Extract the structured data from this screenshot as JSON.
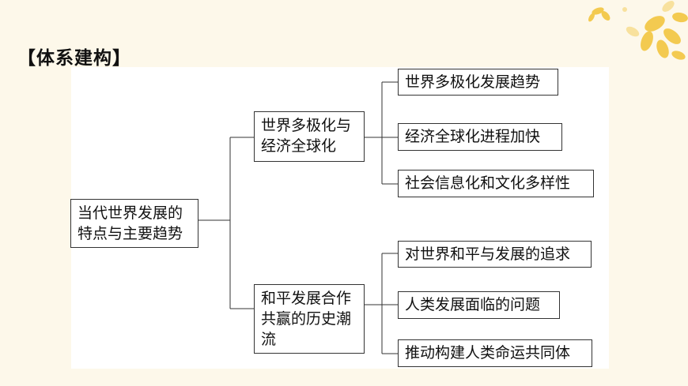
{
  "heading": "【体系建构】",
  "root": {
    "line1": "当代世界发展的",
    "line2": "特点与主要趋势"
  },
  "branch1": {
    "line1": "世界多极化与",
    "line2": "经济全球化",
    "leaves": [
      "世界多极化发展趋势",
      "经济全球化进程加快",
      "社会信息化和文化多样性"
    ]
  },
  "branch2": {
    "line1": "和平发展合作",
    "line2": "共赢的历史潮",
    "line3": "流",
    "leaves": [
      "对世界和平与发展的追求",
      "人类发展面临的问题",
      "推动构建人类命运共同体"
    ]
  },
  "colors": {
    "background": "#fdf8ea",
    "accent": "#f5c842",
    "border": "#333333"
  }
}
